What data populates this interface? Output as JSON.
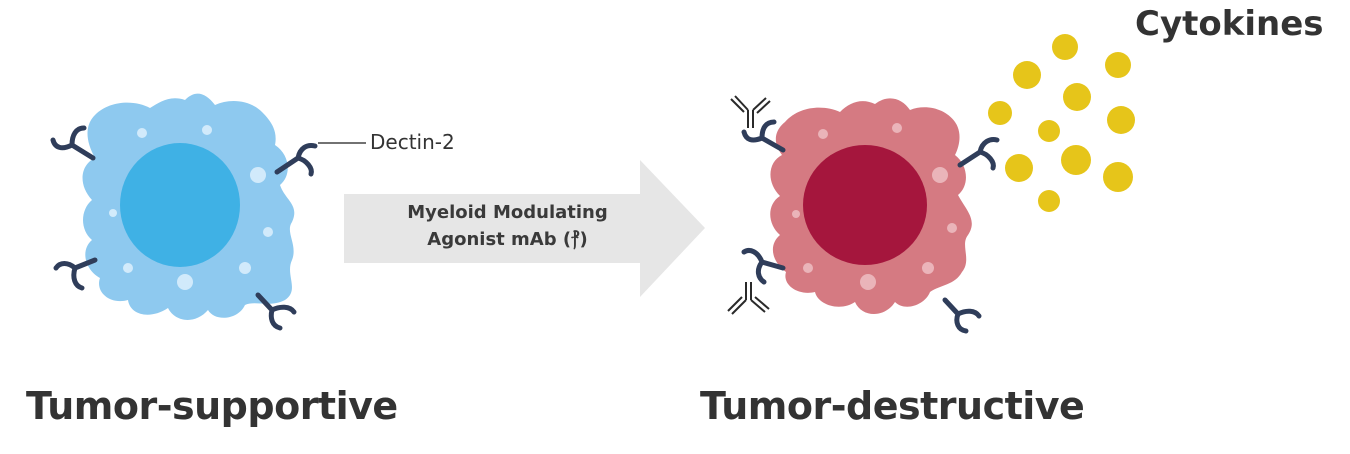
{
  "states": {
    "before": "Tumor-supportive",
    "after": "Tumor-destructive"
  },
  "receptor_label": "Dectin-2",
  "treatment": {
    "line1": "Myeloid Modulating",
    "line2": "Agonist mAb (⳨)"
  },
  "cytokines_label": "Cytokines",
  "colors": {
    "supportive_cell": "#8ec9ef",
    "supportive_nucleus": "#3fb1e5",
    "destructive_cell": "#d57a82",
    "destructive_nucleus": "#a5163d",
    "receptor": "#2f3d5a",
    "cytokine": "#e6c51a",
    "arrow": "#e6e6e6"
  }
}
